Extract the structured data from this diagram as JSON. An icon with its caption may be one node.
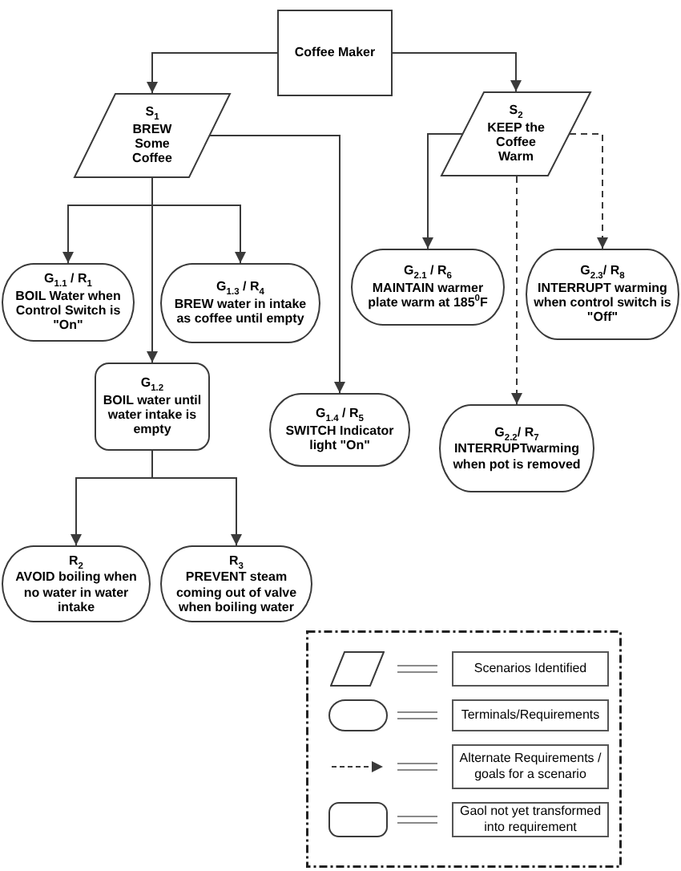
{
  "diagram": {
    "nodes": [
      {
        "text": [
          "Coffee Maker"
        ]
      },
      {
        "text": [
          "S$_{1}$",
          "BREW Some Coffee"
        ]
      },
      {
        "text": [
          "S$_{2}$",
          "KEEP the Coffee Warm"
        ]
      },
      {
        "text": [
          "G$_{1.1}$ / R$_{1}$",
          "BOIL Water when Control Switch is \"On\""
        ]
      },
      {
        "text": [
          "G$_{1.3}$ / R$_{4}$",
          "BREW water in intake as coffee until empty"
        ]
      },
      {
        "text": [
          "G$_{2.1}$ / R$_{6}$",
          "MAINTAIN warmer plate warm at 185$^{0}$F"
        ]
      },
      {
        "text": [
          "G$_{2.3}$/ R$_{8}$",
          "INTERRUPT warming when control switch is \"Off\""
        ]
      },
      {
        "text": [
          "G$_{1.2}$",
          "BOIL water until water intake is empty"
        ]
      },
      {
        "text": [
          "G$_{1.4}$ / R$_{5}$",
          "SWITCH Indicator light \"On\""
        ]
      },
      {
        "text": [
          "G$_{2.2}$/ R$_{7}$",
          "INTERRUPTwarming when pot is removed"
        ]
      },
      {
        "text": [
          "R$_{2}$",
          "AVOID boiling when no water in water intake"
        ]
      },
      {
        "text": [
          "R$_{3}$",
          "PREVENT steam coming out of valve when boiling water"
        ]
      }
    ],
    "edges": [
      {
        "from": 0,
        "to": 1,
        "arrow": "to"
      },
      {
        "from": 0,
        "to": 2,
        "arrow": "to"
      },
      {
        "from": 1,
        "to": 3,
        "arrow": "to"
      },
      {
        "from": 1,
        "to": 4,
        "arrow": "to"
      },
      {
        "from": 1,
        "to": 7,
        "arrow": "to"
      },
      {
        "from": 1,
        "to": 8,
        "arrow": "to"
      },
      {
        "from": 2,
        "to": 5,
        "arrow": "to"
      },
      {
        "from": 2,
        "to": 6,
        "arrow": "to",
        "style": "dashed"
      },
      {
        "from": 2,
        "to": 9,
        "arrow": "to",
        "style": "dashed"
      },
      {
        "from": 7,
        "to": 10,
        "arrow": "to"
      },
      {
        "from": 7,
        "to": 11,
        "arrow": "to"
      }
    ],
    "legend": [
      {
        "text": "Scenarios Identified"
      },
      {
        "text": "Terminals/Requirements"
      },
      {
        "text": "Alternate Requirements / goals for a scenario"
      },
      {
        "text": "Gaol not yet transformed into requirement"
      }
    ]
  }
}
